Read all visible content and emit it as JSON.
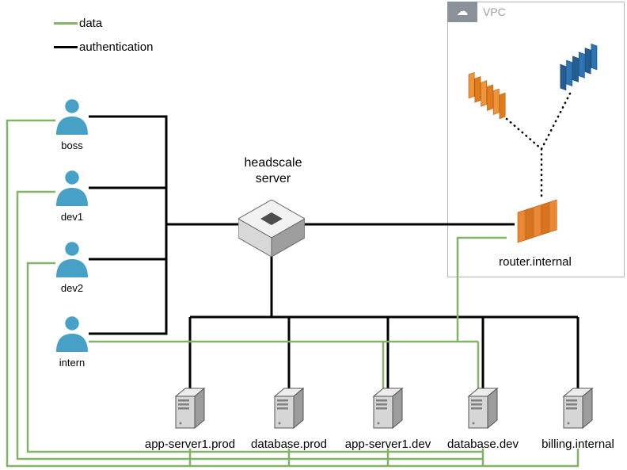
{
  "legend": {
    "items": [
      {
        "label": "data",
        "color": "#82b366"
      },
      {
        "label": "authentication",
        "color": "#000000"
      }
    ]
  },
  "users": [
    {
      "label": "boss"
    },
    {
      "label": "dev1"
    },
    {
      "label": "dev2"
    },
    {
      "label": "intern"
    }
  ],
  "headscale": {
    "label": "headscale\nserver"
  },
  "vpc": {
    "title": "VPC"
  },
  "router": {
    "label": "router.internal"
  },
  "servers": [
    {
      "label": "app-server1.prod"
    },
    {
      "label": "database.prod"
    },
    {
      "label": "app-server1.dev"
    },
    {
      "label": "database.dev"
    },
    {
      "label": "billing.internal"
    }
  ],
  "colors": {
    "data": "#82b366",
    "authentication": "#000000",
    "user": "#47a1c6",
    "router_orange": "#ed8733",
    "cluster_orange": "#f0943a",
    "cluster_blue": "#2e75b6"
  }
}
